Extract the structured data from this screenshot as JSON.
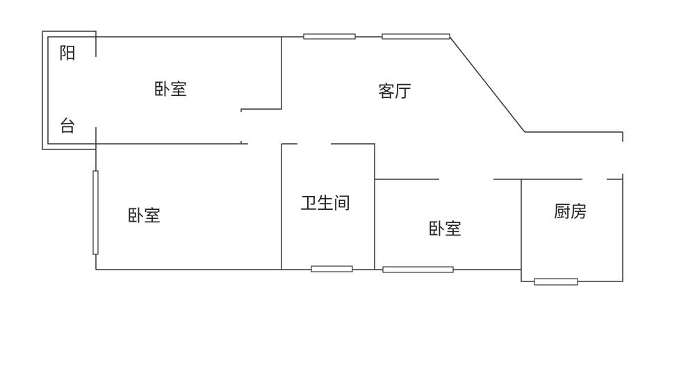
{
  "plan": {
    "rooms": {
      "bedroom_top": "卧室",
      "living_room": "客厅",
      "balcony_1": "阳",
      "balcony_2": "台",
      "bedroom_left": "卧室",
      "bathroom": "卫生间",
      "bedroom_bottom": "卧室",
      "kitchen": "厨房"
    },
    "colors": {
      "line": "#333333",
      "background": "#ffffff"
    }
  }
}
